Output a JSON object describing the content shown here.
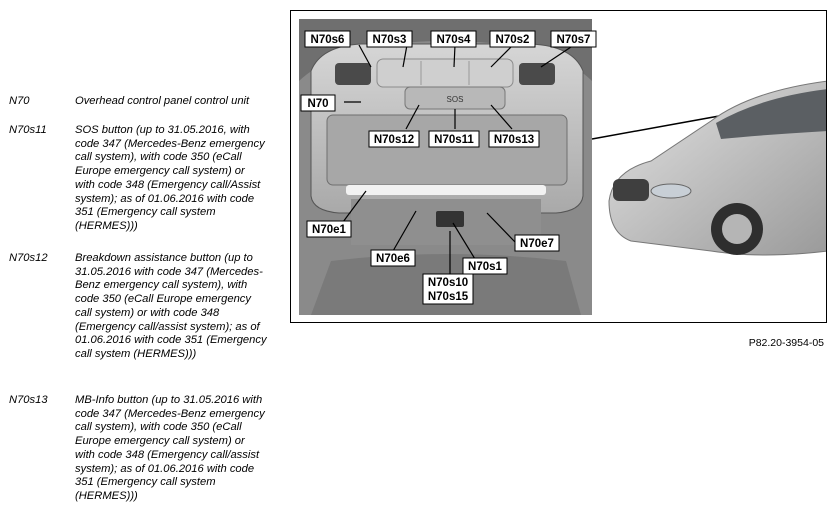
{
  "legend": [
    {
      "code": "N70",
      "description": "Overhead control panel control unit"
    },
    {
      "code": "N70s11",
      "description": "SOS button (up to 31.05.2016, with code 347 (Mercedes-Benz emergency call system), with code 350 (eCall Europe emergency call system) or with code 348 (Emergency call/Assist system); as of 01.06.2016 with code 351 (Emergency call system (HERMES)))"
    },
    {
      "code": "N70s12",
      "description": "Breakdown assistance button (up to 31.05.2016 with code 347 (Mercedes-Benz emergency call system), with code 350 (eCall Europe emergency call system) or with code 348 (Emergency call/assist system); as of 01.06.2016 with code 351 (Emergency call system (HERMES)))"
    },
    {
      "code": "N70s13",
      "description": "MB-Info button (up to 31.05.2016 with code 347 (Mercedes-Benz emergency call system), with code 350 (eCall Europe emergency call system) or with code 348 (Emergency call/assist system); as of 01.06.2016 with code 351 (Emergency call system (HERMES)))"
    }
  ],
  "figure": {
    "callouts": {
      "n70s6": "N70s6",
      "n70s3": "N70s3",
      "n70s4": "N70s4",
      "n70s2": "N70s2",
      "n70s7": "N70s7",
      "n70": "N70",
      "n70s12": "N70s12",
      "n70s11": "N70s11",
      "n70s13": "N70s13",
      "n70e1": "N70e1",
      "n70e6": "N70e6",
      "n70s1": "N70s1",
      "n70e7": "N70e7",
      "n70s10": "N70s10",
      "n70s15": "N70s15"
    },
    "sos_glyph": "SOS",
    "reference": "P82.20-3954-05"
  }
}
